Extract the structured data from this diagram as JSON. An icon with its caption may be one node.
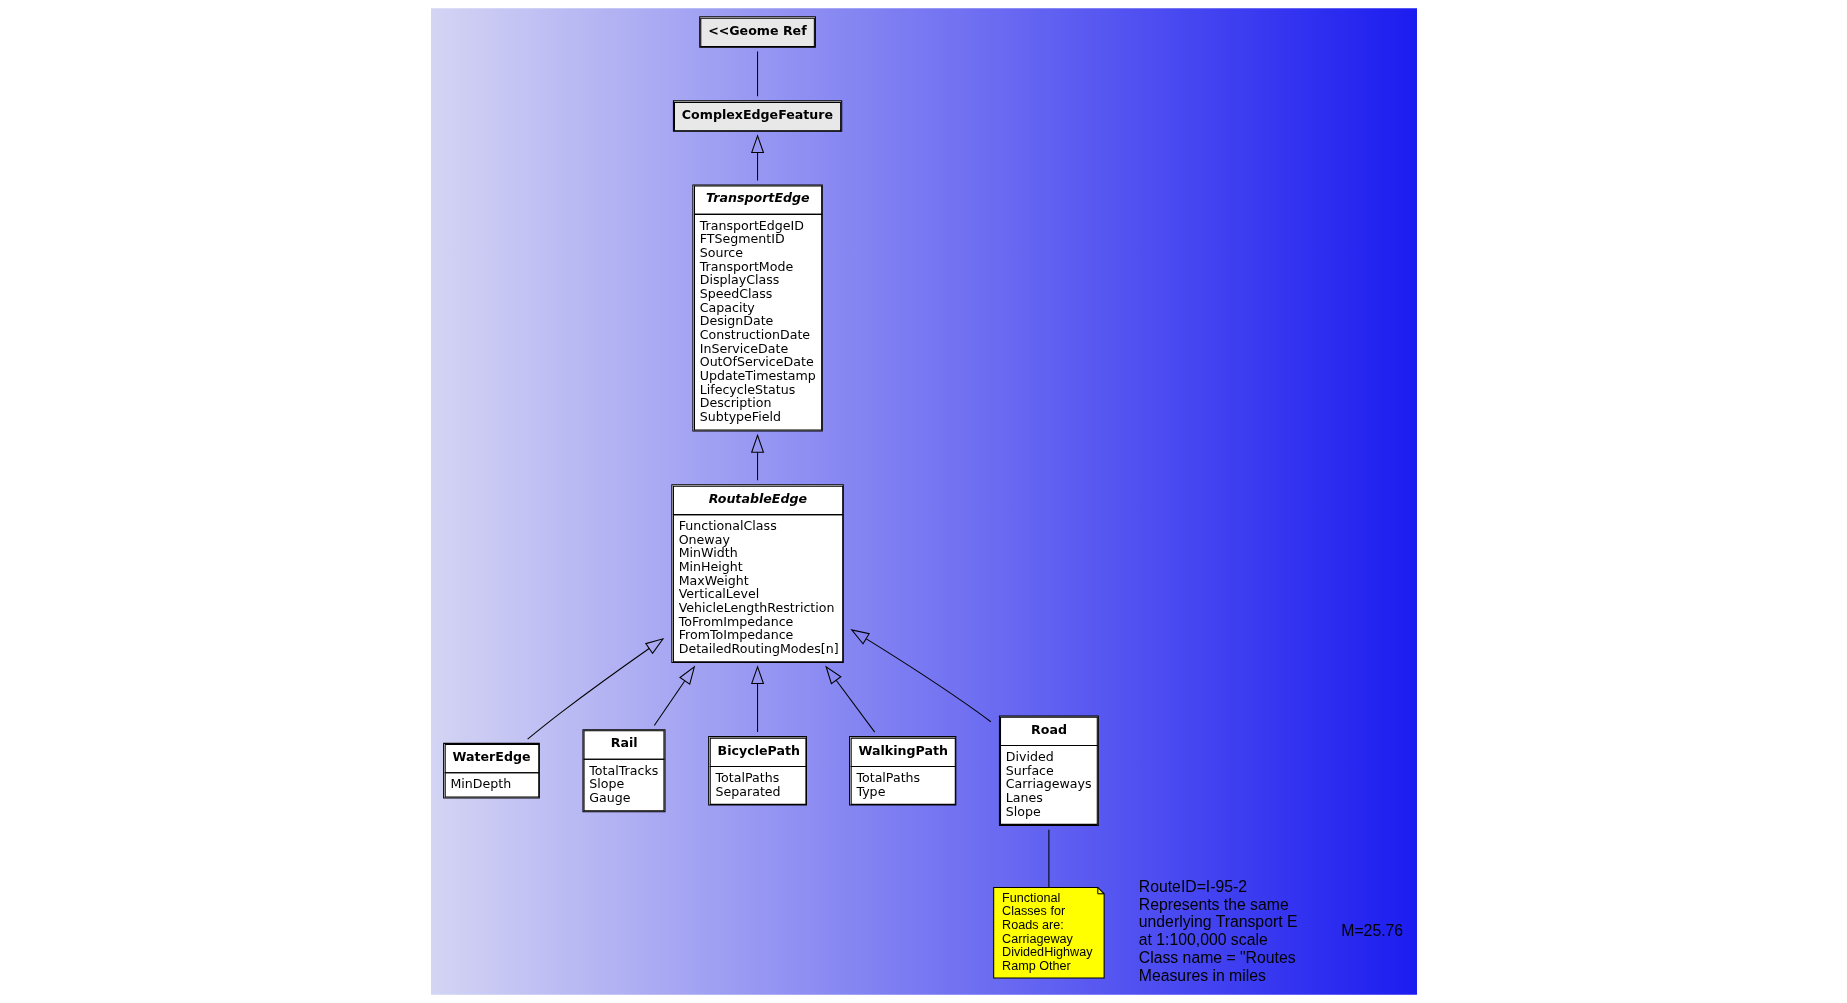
{
  "diagram": {
    "nodes": [
      {
        "text": [
          "ComplexEdgeFeature"
        ]
      },
      {
        "text": [
          "TransportEdge",
          "TransportEdgeID FTSegmentID Source TransportMode DisplayClass SpeedClass Capacity DesignDate ConstructionDate InServiceDate OutOfServiceDate UpdateTimestamp LifecycleStatus Description SubtypeField"
        ]
      },
      {
        "text": [
          "RoutableEdge",
          "FunctionalClass Oneway MinWidth MinHeight MaxWeight VerticalLevel VehicleLengthRestriction ToFromImpedance FromToImpedance DetailedRoutingModes[n]"
        ]
      },
      {
        "text": [
          "WaterEdge",
          "MinDepth"
        ]
      },
      {
        "text": [
          "Rail",
          "TotalTracks Slope Gauge"
        ]
      },
      {
        "text": [
          "BicyclePath",
          "TotalPaths Separated"
        ]
      },
      {
        "text": [
          "WalkingPath",
          "TotalPaths Type"
        ]
      },
      {
        "text": [
          "Road",
          "Divided Surface Carriageways Lanes Slope"
        ]
      },
      {
        "text": [
          "<<Geome Ref"
        ]
      },
      {
        "text": [
          "Functional Classes for Roads are: Carriageway DividedHighway Ramp Other"
        ]
      }
    ],
    "edges": [
      {
        "from": 1,
        "to": 0,
        "arrow": "to"
      },
      {
        "from": 2,
        "to": 1,
        "arrow": "to"
      },
      {
        "from": 3,
        "to": 2,
        "arrow": "to"
      },
      {
        "from": 4,
        "to": 2,
        "arrow": "to"
      },
      {
        "from": 5,
        "to": 2,
        "arrow": "to"
      },
      {
        "from": 6,
        "to": 2,
        "arrow": "to"
      },
      {
        "from": 7,
        "to": 2,
        "arrow": "to"
      },
      {
        "from": 0,
        "to": 8,
        "arrow": "none"
      },
      {
        "from": 9,
        "to": 7,
        "arrow": "none"
      }
    ],
    "labels": [
      "RouteID=I-95-2 Represents the same underlying Transport E at 1:100,000 scale Class name = \"Routes Measures in miles",
      "M=25.76"
    ]
  }
}
